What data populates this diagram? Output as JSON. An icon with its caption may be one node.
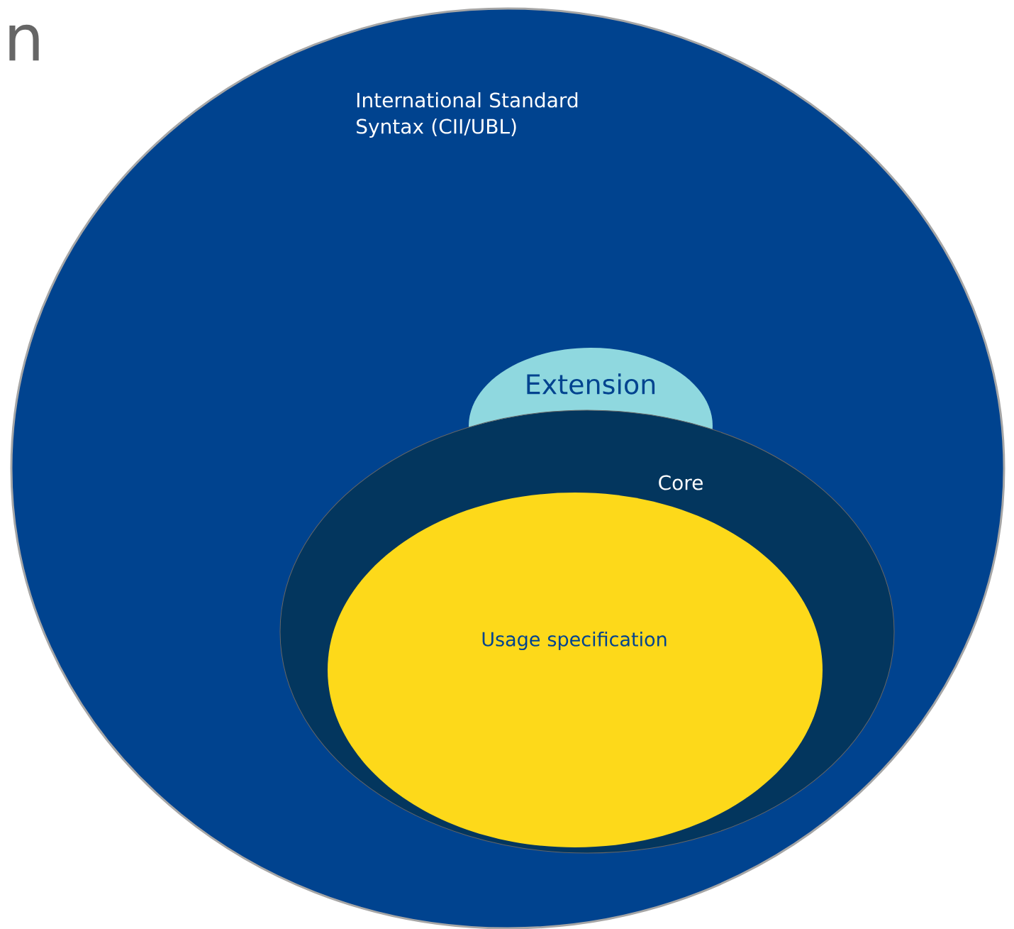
{
  "diagram": {
    "nodes": [
      {
        "text": [
          "International Standard Syntax (CII/UBL)"
        ]
      },
      {
        "text": [
          "Extension"
        ],
        "in": 0
      },
      {
        "text": [
          "Core"
        ],
        "in": 0
      },
      {
        "text": [
          "Usage specification"
        ],
        "in": 2
      }
    ],
    "labels": [
      "n"
    ]
  }
}
